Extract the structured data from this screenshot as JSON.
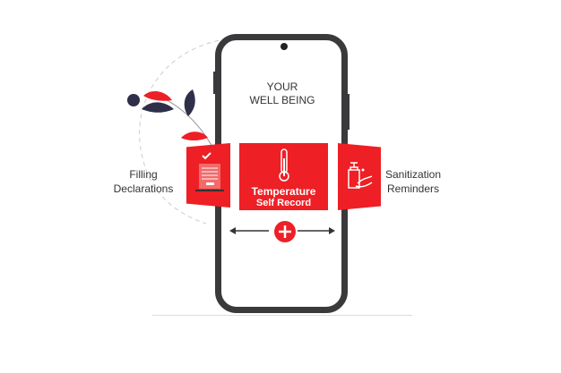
{
  "header": {
    "line1": "YOUR",
    "line2": "WELL BEING"
  },
  "cards": {
    "left": {
      "label_line1": "Filling",
      "label_line2": "Declarations",
      "icon": "declaration-form-icon"
    },
    "center": {
      "line1": "Temperature",
      "line2": "Self Record",
      "icon": "thermometer-icon"
    },
    "right": {
      "label_line1": "Sanitization",
      "label_line2": "Reminders",
      "icon": "sanitizer-hand-icon"
    }
  },
  "controls": {
    "add_icon": "plus-icon",
    "left_arrow": "arrow-left-icon",
    "right_arrow": "arrow-right-icon"
  },
  "colors": {
    "accent": "#ee1f25",
    "dark": "#2f2f4a",
    "phone": "#3a3a3d"
  }
}
